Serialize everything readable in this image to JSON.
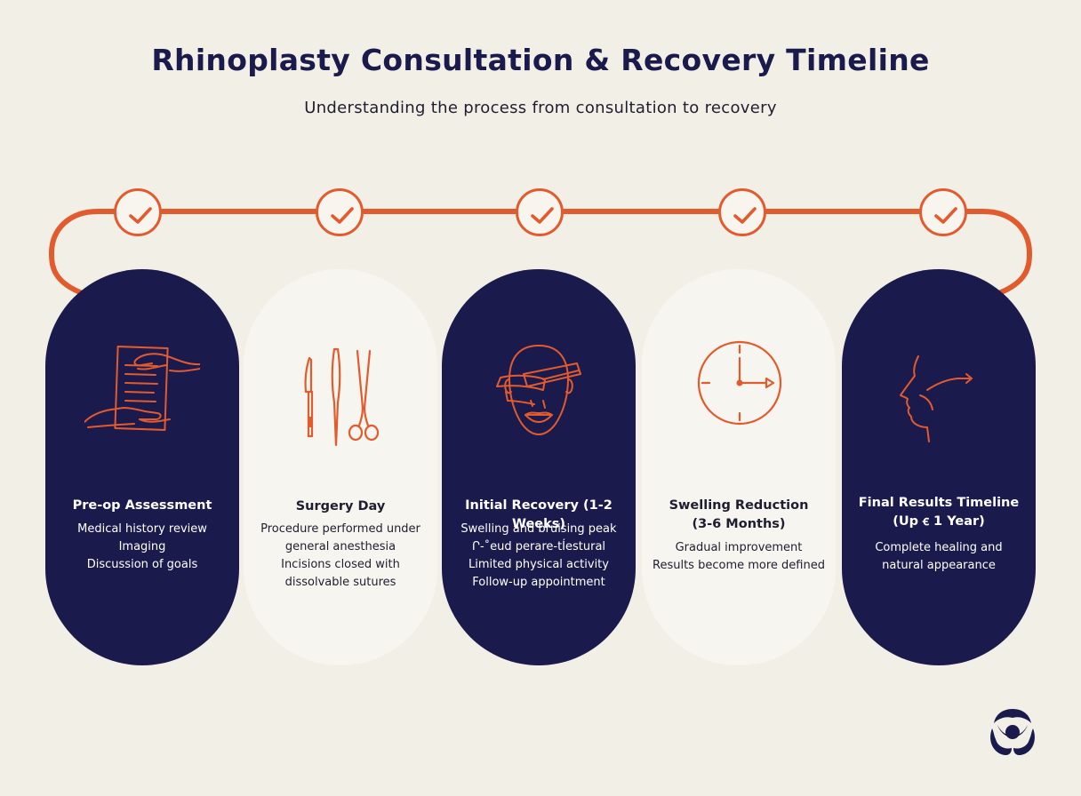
{
  "header": {
    "title": "Rhinoplasty Consultation & Recovery Timeline",
    "subtitle": "Understanding the process from consultation to recovery"
  },
  "colors": {
    "navy": "#1b1a4d",
    "accent": "#e25b2e",
    "background": "#f2f0e6",
    "light_card": "#f7f5ef"
  },
  "steps": [
    {
      "title": "Pre-op Assessment",
      "icon": "document-handoff-icon",
      "lines": [
        "Medical history review",
        "Imaging",
        "Discussion of goals"
      ]
    },
    {
      "title": "Surgery Day",
      "icon": "surgical-instruments-icon",
      "lines": [
        "Procedure performed under",
        "general anesthesia",
        "Incisions closed with",
        "dissolvable sutures"
      ]
    },
    {
      "title": "Initial Recovery (1-2 Weeks)",
      "icon": "bandaged-face-icon",
      "lines": [
        "Swelling and bruising peak",
        "Ր-˚eud perare-tÍestural",
        "Limited physical activity",
        "Follow-up appointment"
      ]
    },
    {
      "title_line1": "Swelling Reduction",
      "title_line2": "(3-6 Months)",
      "icon": "clock-icon",
      "lines": [
        "Gradual improvement",
        "Results become more defined"
      ]
    },
    {
      "title_line1": "Final Results Timeline",
      "title_line2": "(Up ꞓ 1 Year)",
      "icon": "face-profile-icon",
      "lines": [
        "Complete healing and",
        "natural appearance"
      ]
    }
  ]
}
